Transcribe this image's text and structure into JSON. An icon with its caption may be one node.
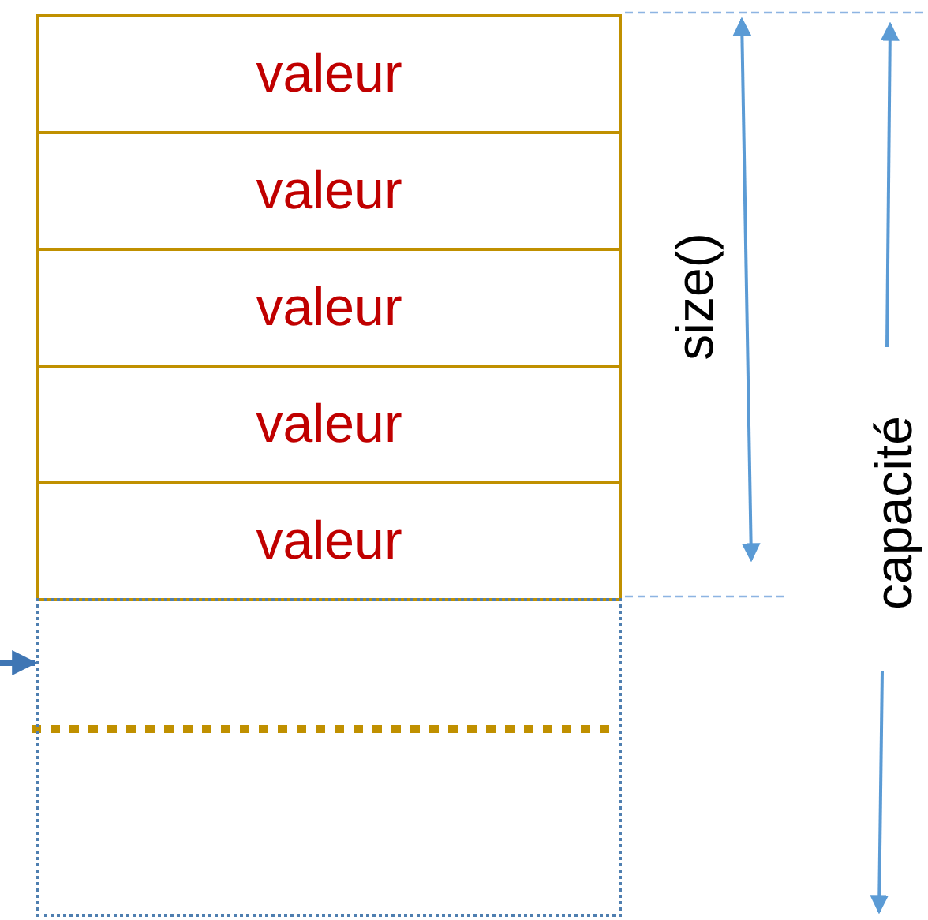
{
  "diagram": {
    "nodes": [
      {
        "text": [
          "valeur"
        ]
      },
      {
        "text": [
          "valeur"
        ]
      },
      {
        "text": [
          "valeur"
        ]
      },
      {
        "text": [
          "valeur"
        ]
      },
      {
        "text": [
          "valeur"
        ]
      },
      {
        "text": [],
        "shape": "box"
      }
    ],
    "edges": [
      {
        "from": null,
        "to": 5,
        "arrow": "to"
      }
    ],
    "labels": [
      "size()",
      "capacité"
    ]
  }
}
